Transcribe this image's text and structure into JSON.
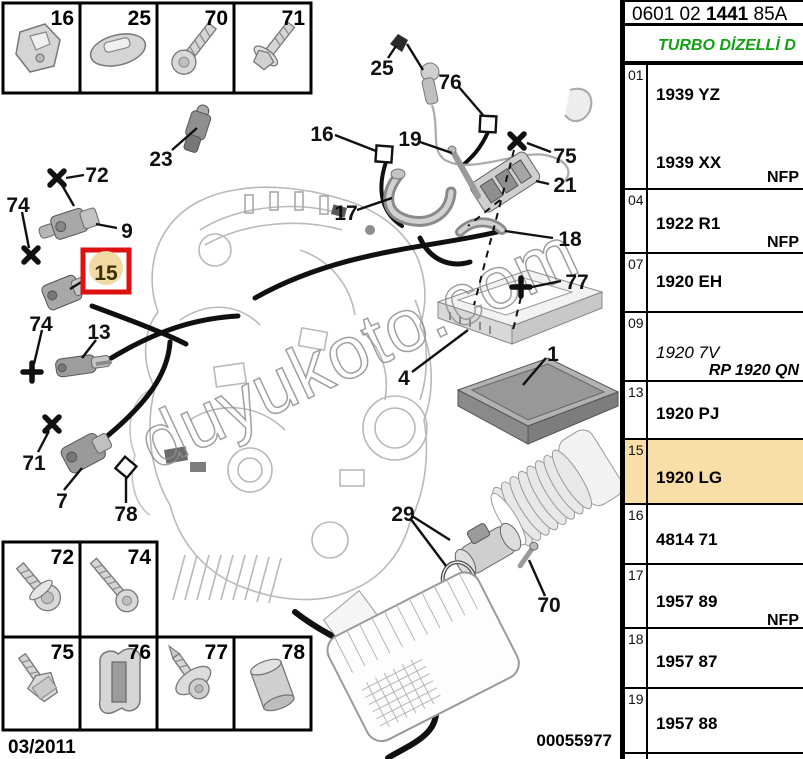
{
  "table": {
    "header": {
      "prefix": "0601 02",
      "bold": "1441",
      "suffix": "85A"
    },
    "subtitle": "TURBO DİZELLİ D",
    "highlighted_row": "15",
    "colors": {
      "highlight": "#F8DFA8",
      "subtitle_green": "#13A013",
      "select_box_red": "#DD1111"
    },
    "rows": {
      "r01": {
        "index": "01",
        "code_a": "1939 YZ",
        "code_b": "1939 XX",
        "note": "NFP"
      },
      "r04": {
        "index": "04",
        "code_a": "1922 R1",
        "note": "NFP"
      },
      "r07": {
        "index": "07",
        "code_a": "1920 EH"
      },
      "r09": {
        "index": "09",
        "code_a": "1920 7V",
        "substitute": "RP 1920 QN"
      },
      "r13": {
        "index": "13",
        "code_a": "1920 PJ"
      },
      "r15": {
        "index": "15",
        "code_a": "1920 LG"
      },
      "r16": {
        "index": "16",
        "code_a": "4814 71"
      },
      "r17": {
        "index": "17",
        "code_a": "1957 89",
        "note": "NFP"
      },
      "r18": {
        "index": "18",
        "code_a": "1957 87"
      },
      "r19": {
        "index": "19",
        "code_a": "1957 88"
      }
    }
  },
  "diagram": {
    "labels": {
      "1": "1",
      "4": "4",
      "7": "7",
      "9": "9",
      "13": "13",
      "15": "15",
      "16": "16",
      "17": "17",
      "18": "18",
      "19": "19",
      "21": "21",
      "23": "23",
      "25": "25",
      "29": "29",
      "70": "70",
      "71": "71",
      "72": "72",
      "74": "74",
      "75": "75",
      "76": "76",
      "77": "77",
      "78": "78"
    },
    "date": "03/2011",
    "doc_number": "00055977"
  },
  "watermark": "duyukoto.com"
}
